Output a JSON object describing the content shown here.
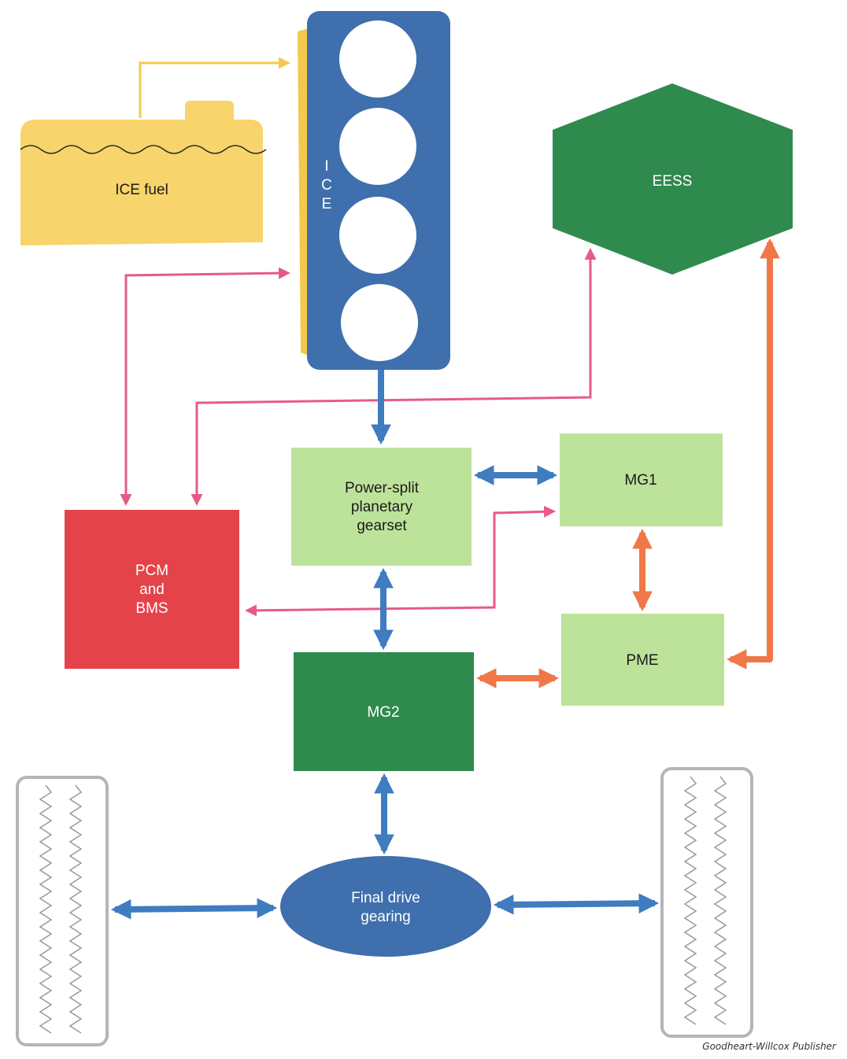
{
  "colors": {
    "fuel": "#f7d56c",
    "ice_block": "#3f6fad",
    "eess": "#2f8a4e",
    "pcm": "#e5434a",
    "light_green": "#bde39a",
    "mg2": "#2f8a4e",
    "final_drive": "#3f6fad",
    "arrow_mechanical": "#3f7cc0",
    "arrow_control": "#e65a8a",
    "arrow_electrical": "#f07848"
  },
  "nodes": {
    "ice_fuel": "ICE fuel",
    "ice_letters": [
      "I",
      "C",
      "E"
    ],
    "eess": "EESS",
    "pcm_lines": [
      "PCM",
      "and",
      "BMS"
    ],
    "gearset_lines": [
      "Power-split",
      "planetary",
      "gearset"
    ],
    "mg1": "MG1",
    "pme": "PME",
    "mg2": "MG2",
    "final_drive_lines": [
      "Final drive",
      "gearing"
    ]
  },
  "credit": "Goodheart-Willcox Publisher"
}
